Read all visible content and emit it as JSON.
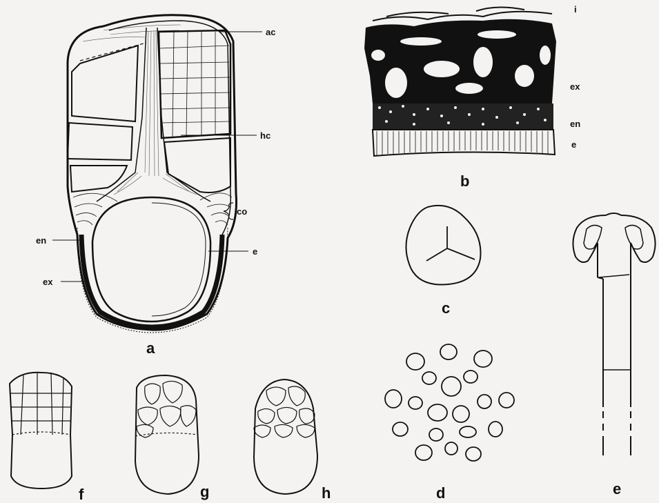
{
  "figure": {
    "panels": [
      {
        "id": "a",
        "label": "a",
        "description_labels": [
          "ac",
          "hc",
          "co",
          "en",
          "ex",
          "e"
        ]
      },
      {
        "id": "b",
        "label": "b",
        "description_labels": [
          "i",
          "ex",
          "en",
          "e"
        ]
      },
      {
        "id": "c",
        "label": "c"
      },
      {
        "id": "d",
        "label": "d"
      },
      {
        "id": "e",
        "label": "e"
      },
      {
        "id": "f",
        "label": "f"
      },
      {
        "id": "g",
        "label": "g"
      },
      {
        "id": "h",
        "label": "h"
      }
    ],
    "labels": {
      "a_ac": "ac",
      "a_hc": "hc",
      "a_co": "co",
      "a_en": "en",
      "a_ex": "ex",
      "a_e": "e",
      "b_i": "i",
      "b_ex": "ex",
      "b_en": "en",
      "b_e": "e"
    },
    "panel_letters": {
      "a": "a",
      "b": "b",
      "c": "c",
      "d": "d",
      "e": "e",
      "f": "f",
      "g": "g",
      "h": "h"
    },
    "colors": {
      "ink": "#111111",
      "paper": "#f4f3f1"
    }
  }
}
